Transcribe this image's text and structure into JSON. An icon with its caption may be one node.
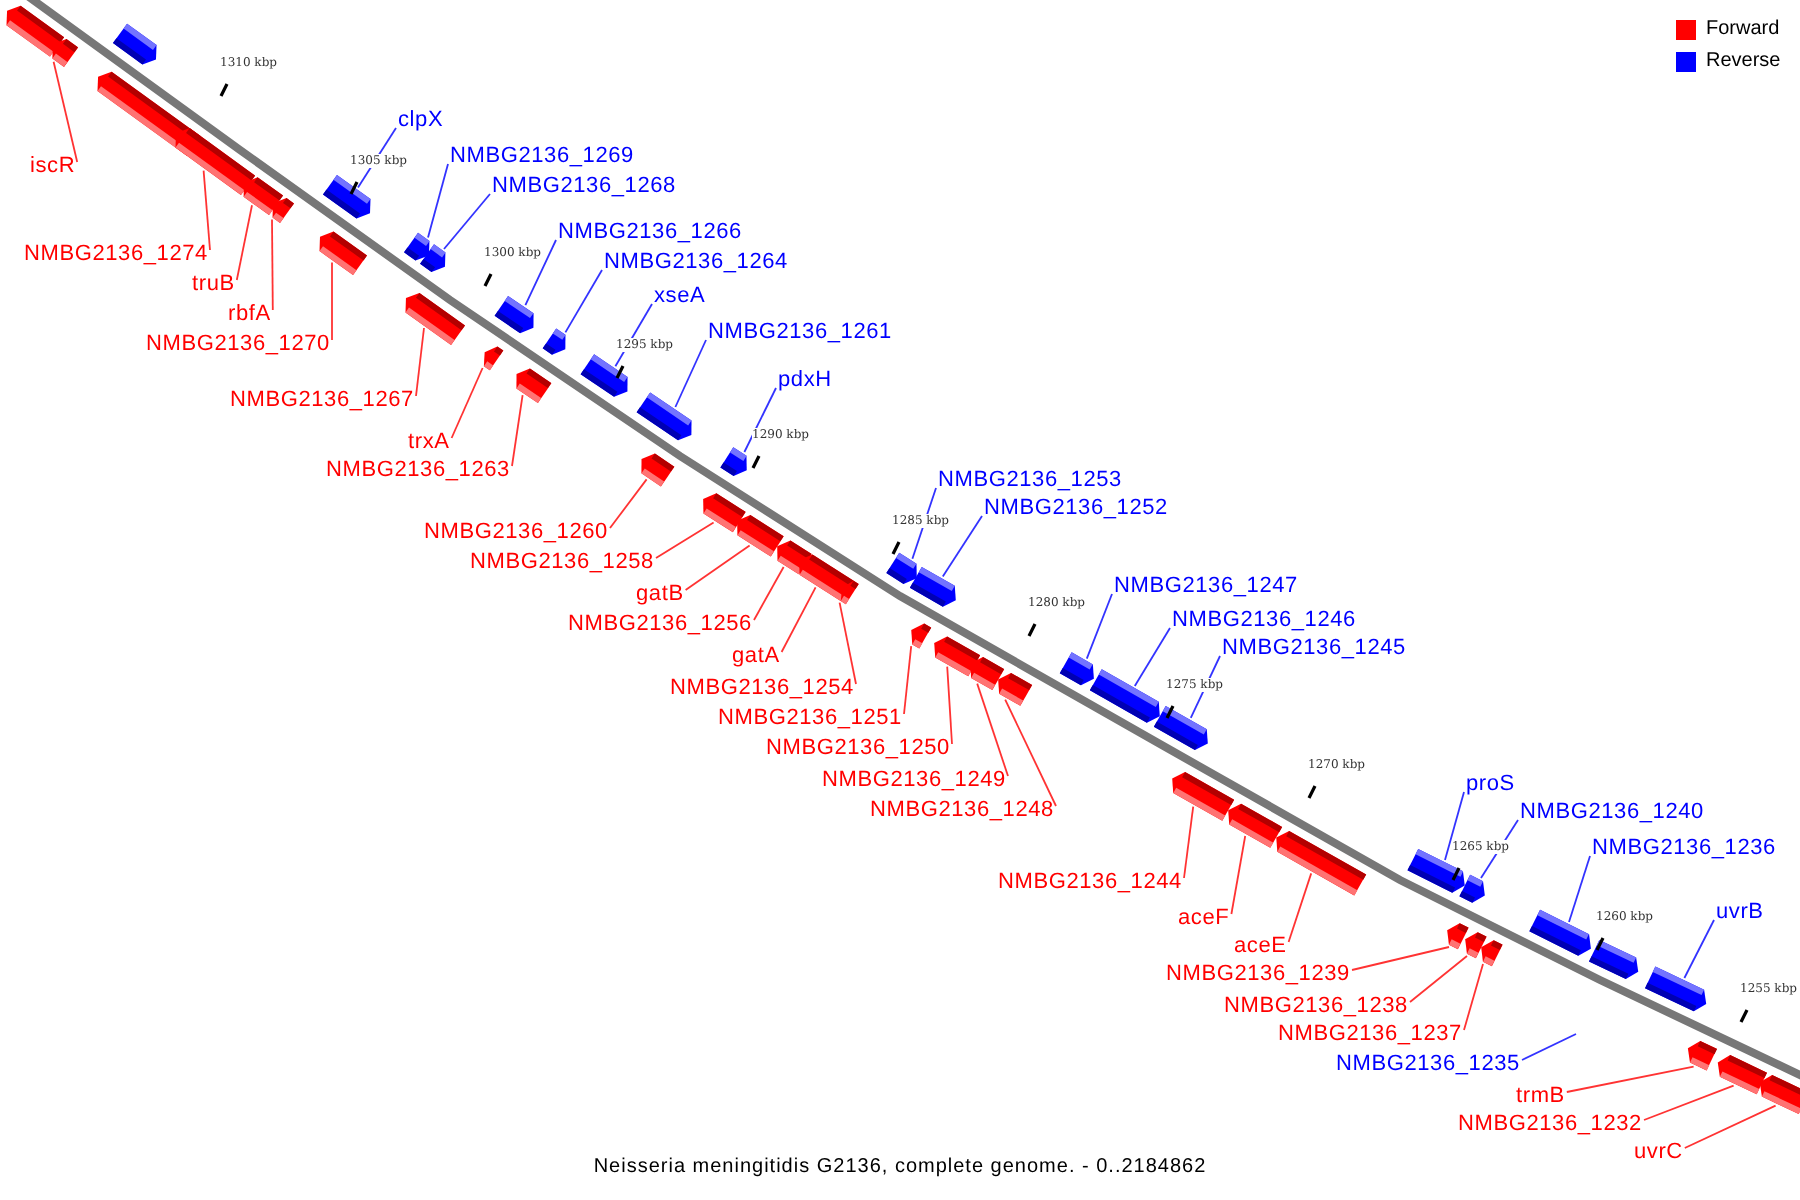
{
  "diagram": {
    "caption": "Neisseria meningitidis G2136, complete genome. - 0..2184862",
    "nodes": [
      {
        "text": [
          "clpX"
        ]
      },
      {
        "text": [
          "NMBG2136_1269"
        ]
      },
      {
        "text": [
          "iscR"
        ]
      },
      {
        "text": [
          "NMBG2136_1268"
        ]
      },
      {
        "text": [
          "NMBG2136_1266"
        ]
      },
      {
        "text": [
          "NMBG2136_1274"
        ]
      },
      {
        "text": [
          "NMBG2136_1264"
        ]
      },
      {
        "text": [
          "truB"
        ]
      },
      {
        "text": [
          "xseA"
        ]
      },
      {
        "text": [
          "rbfA"
        ]
      },
      {
        "text": [
          "NMBG2136_1261"
        ]
      },
      {
        "text": [
          "NMBG2136_1270"
        ]
      },
      {
        "text": [
          "pdxH"
        ]
      },
      {
        "text": [
          "NMBG2136_1267"
        ]
      },
      {
        "text": [
          "trxA"
        ]
      },
      {
        "text": [
          "NMBG2136_1263"
        ]
      },
      {
        "text": [
          "NMBG2136_1253"
        ]
      },
      {
        "text": [
          "NMBG2136_1252"
        ]
      },
      {
        "text": [
          "NMBG2136_1260"
        ]
      },
      {
        "text": [
          "NMBG2136_1258"
        ]
      },
      {
        "text": [
          "NMBG2136_1247"
        ]
      },
      {
        "text": [
          "gatB"
        ]
      },
      {
        "text": [
          "NMBG2136_1246"
        ]
      },
      {
        "text": [
          "NMBG2136_1256"
        ]
      },
      {
        "text": [
          "NMBG2136_1245"
        ]
      },
      {
        "text": [
          "gatA"
        ]
      },
      {
        "text": [
          "NMBG2136_1254"
        ]
      },
      {
        "text": [
          "NMBG2136_1251"
        ]
      },
      {
        "text": [
          "NMBG2136_1250"
        ]
      },
      {
        "text": [
          "NMBG2136_1249"
        ]
      },
      {
        "text": [
          "proS"
        ]
      },
      {
        "text": [
          "NMBG2136_1248"
        ]
      },
      {
        "text": [
          "NMBG2136_1240"
        ]
      },
      {
        "text": [
          "NMBG2136_1236"
        ]
      },
      {
        "text": [
          "NMBG2136_1244"
        ]
      },
      {
        "text": [
          "uvrB"
        ]
      },
      {
        "text": [
          "aceF"
        ]
      },
      {
        "text": [
          "aceE"
        ]
      },
      {
        "text": [
          "NMBG2136_1239"
        ]
      },
      {
        "text": [
          "NMBG2136_1238"
        ]
      },
      {
        "text": [
          "NMBG2136_1237"
        ]
      },
      {
        "text": [
          "NMBG2136_1235"
        ]
      },
      {
        "text": [
          "trmB"
        ]
      },
      {
        "text": [
          "NMBG2136_1232"
        ]
      },
      {
        "text": [
          "uvrC"
        ]
      },
      {
        "text": [],
        "shape": "bar"
      },
      {
        "text": [],
        "shape": "bar"
      },
      {
        "text": [],
        "shape": "bar"
      },
      {
        "text": [],
        "shape": "bar"
      },
      {
        "text": [],
        "shape": "bar"
      },
      {
        "text": [],
        "shape": "bar"
      },
      {
        "text": [],
        "shape": "bar"
      },
      {
        "text": [],
        "shape": "bar"
      },
      {
        "text": [],
        "shape": "bar"
      },
      {
        "text": [],
        "shape": "bar"
      },
      {
        "text": [],
        "shape": "bar"
      },
      {
        "text": [],
        "shape": "bar"
      },
      {
        "text": [],
        "shape": "bar"
      },
      {
        "text": [],
        "shape": "bar"
      },
      {
        "text": [],
        "shape": "bar"
      },
      {
        "text": [],
        "shape": "bar"
      },
      {
        "text": [],
        "shape": "bar"
      },
      {
        "text": [],
        "shape": "bar"
      },
      {
        "text": [],
        "shape": "bar"
      },
      {
        "text": [],
        "shape": "bar"
      },
      {
        "text": [],
        "shape": "bar"
      },
      {
        "text": [],
        "shape": "bar"
      },
      {
        "text": [],
        "shape": "bar"
      },
      {
        "text": [],
        "shape": "bar"
      },
      {
        "text": [],
        "shape": "bar"
      },
      {
        "text": [],
        "shape": "bar"
      },
      {
        "text": [],
        "shape": "bar"
      },
      {
        "text": [],
        "shape": "bar"
      },
      {
        "text": [],
        "shape": "bar"
      },
      {
        "text": [],
        "shape": "bar"
      },
      {
        "text": [],
        "shape": "bar"
      },
      {
        "text": [],
        "shape": "bar"
      },
      {
        "text": [],
        "shape": "bar"
      },
      {
        "text": [],
        "shape": "bar"
      },
      {
        "text": [],
        "shape": "bar"
      },
      {
        "text": [],
        "shape": "bar"
      },
      {
        "text": [],
        "shape": "bar"
      },
      {
        "text": [],
        "shape": "bar"
      },
      {
        "text": [],
        "shape": "bar"
      },
      {
        "text": [],
        "shape": "bar"
      },
      {
        "text": [],
        "shape": "bar"
      },
      {
        "text": [],
        "shape": "bar"
      },
      {
        "text": [],
        "shape": "bar"
      },
      {
        "text": [],
        "shape": "bar"
      },
      {
        "text": [],
        "shape": "bar"
      },
      {
        "text": [],
        "shape": "bar"
      },
      {
        "text": [],
        "shape": "bar"
      },
      {
        "text": [],
        "shape": "bar"
      }
    ],
    "edges": [
      {
        "from": 0,
        "to": 52,
        "arrow": "none",
        "color": "#3333ff"
      },
      {
        "from": 1,
        "to": 54,
        "arrow": "none",
        "color": "#3333ff"
      },
      {
        "from": 2,
        "to": 46,
        "arrow": "none"
      },
      {
        "from": 3,
        "to": 55,
        "arrow": "none",
        "color": "#3333ff"
      },
      {
        "from": 4,
        "to": 58,
        "arrow": "none",
        "color": "#3333ff"
      },
      {
        "from": 5,
        "to": 49,
        "arrow": "none"
      },
      {
        "from": 6,
        "to": 60,
        "arrow": "none",
        "color": "#3333ff"
      },
      {
        "from": 7,
        "to": 50,
        "arrow": "none"
      },
      {
        "from": 8,
        "to": 61,
        "arrow": "none",
        "color": "#3333ff"
      },
      {
        "from": 9,
        "to": 51,
        "arrow": "none"
      },
      {
        "from": 10,
        "to": 62,
        "arrow": "none",
        "color": "#3333ff"
      },
      {
        "from": 11,
        "to": 53,
        "arrow": "none"
      },
      {
        "from": 12,
        "to": 64,
        "arrow": "none",
        "color": "#3333ff"
      },
      {
        "from": 13,
        "to": 56,
        "arrow": "none"
      },
      {
        "from": 14,
        "to": 57,
        "arrow": "none"
      },
      {
        "from": 15,
        "to": 59,
        "arrow": "none"
      },
      {
        "from": 16,
        "to": 70,
        "arrow": "none",
        "color": "#3333ff"
      },
      {
        "from": 17,
        "to": 71,
        "arrow": "none",
        "color": "#3333ff"
      },
      {
        "from": 18,
        "to": 63,
        "arrow": "none"
      },
      {
        "from": 19,
        "to": 65,
        "arrow": "none"
      },
      {
        "from": 20,
        "to": 76,
        "arrow": "none",
        "color": "#3333ff"
      },
      {
        "from": 21,
        "to": 66,
        "arrow": "none"
      },
      {
        "from": 22,
        "to": 77,
        "arrow": "none",
        "color": "#3333ff"
      },
      {
        "from": 23,
        "to": 67,
        "arrow": "none"
      },
      {
        "from": 24,
        "to": 78,
        "arrow": "none",
        "color": "#3333ff"
      },
      {
        "from": 25,
        "to": 68,
        "arrow": "none"
      },
      {
        "from": 26,
        "to": 69,
        "arrow": "none"
      },
      {
        "from": 27,
        "to": 72,
        "arrow": "none"
      },
      {
        "from": 28,
        "to": 73,
        "arrow": "none"
      },
      {
        "from": 29,
        "to": 74,
        "arrow": "none"
      },
      {
        "from": 30,
        "to": 82,
        "arrow": "none",
        "color": "#3333ff"
      },
      {
        "from": 31,
        "to": 75,
        "arrow": "none"
      },
      {
        "from": 32,
        "to": 83,
        "arrow": "none",
        "color": "#3333ff"
      },
      {
        "from": 33,
        "to": 87,
        "arrow": "none",
        "color": "#3333ff"
      },
      {
        "from": 34,
        "to": 79,
        "arrow": "none"
      },
      {
        "from": 35,
        "to": 89,
        "arrow": "none",
        "color": "#3333ff"
      },
      {
        "from": 36,
        "to": 80,
        "arrow": "none"
      },
      {
        "from": 37,
        "to": 81,
        "arrow": "none"
      },
      {
        "from": 38,
        "to": 84,
        "arrow": "none"
      },
      {
        "from": 39,
        "to": 85,
        "arrow": "none"
      },
      {
        "from": 40,
        "to": 86,
        "arrow": "none"
      },
      {
        "from": 41,
        "to": null,
        "arrow": "none",
        "color": "#3333ff"
      },
      {
        "from": 42,
        "to": 90,
        "arrow": "none"
      },
      {
        "from": 43,
        "to": 91,
        "arrow": "none"
      },
      {
        "from": 44,
        "to": 92,
        "arrow": "none"
      }
    ],
    "labels": [
      "1310 kbp",
      "1305 kbp",
      "1300 kbp",
      "1295 kbp",
      "1290 kbp",
      "1285 kbp",
      "1280 kbp",
      "1275 kbp",
      "1270 kbp",
      "1265 kbp",
      "1260 kbp",
      "1255 kbp"
    ],
    "legend": [
      {
        "text": "Forward",
        "color": "#ff0000"
      },
      {
        "text": "Reverse",
        "color": "#0000ff"
      }
    ]
  }
}
